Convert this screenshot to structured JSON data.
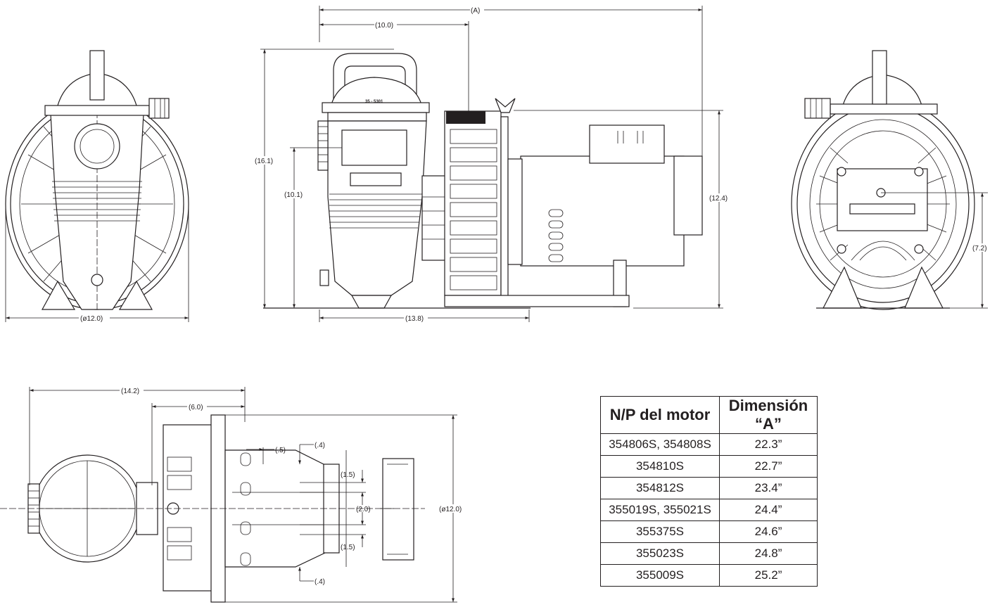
{
  "dimensions": {
    "a": "(A)",
    "d10_0": "(10.0)",
    "d16_1": "(16.1)",
    "d10_1": "(10.1)",
    "d12_4": "(12.4)",
    "d13_8": "(13.8)",
    "dia12_0_front": "(ø12.0)",
    "d7_2": "(7.2)",
    "d14_2": "(14.2)",
    "d6_0": "(6.0)",
    "d_5": "(.5)",
    "d_4_top": "(.4)",
    "d1_5_top": "(1.5)",
    "d2_0": "(2.0)",
    "d1_5_bottom": "(1.5)",
    "d_4_bottom": "(.4)",
    "dia12_0_top": "(ø12.0)"
  },
  "lid_marking": "35 - 5301",
  "table": {
    "headers": [
      "N/P del motor",
      "Dimensión “A”"
    ],
    "rows": [
      [
        "354806S, 354808S",
        "22.3”"
      ],
      [
        "354810S",
        "22.7”"
      ],
      [
        "354812S",
        "23.4”"
      ],
      [
        "355019S, 355021S",
        "24.4”"
      ],
      [
        "355375S",
        "24.6”"
      ],
      [
        "355023S",
        "24.8”"
      ],
      [
        "355009S",
        "25.2”"
      ]
    ]
  }
}
